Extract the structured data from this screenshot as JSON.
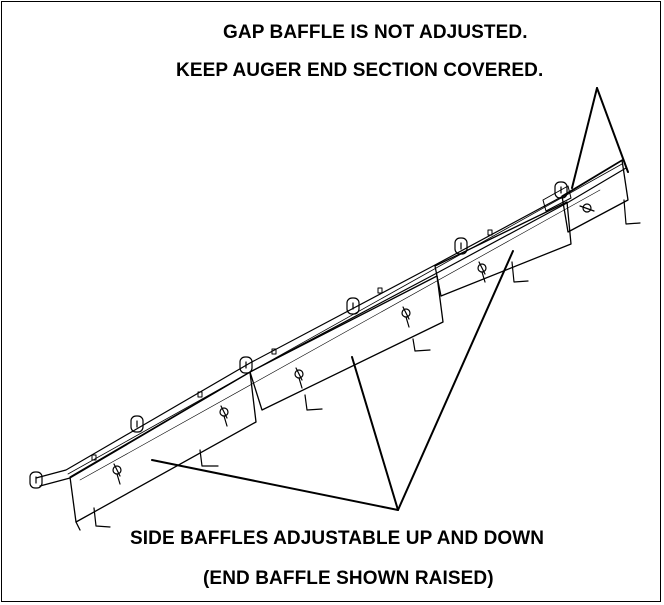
{
  "callouts": {
    "top_line_1": "GAP BAFFLE IS NOT ADJUSTED.",
    "top_line_2": "KEEP AUGER END SECTION COVERED.",
    "bottom_line_1": "SIDE BAFFLES ADJUSTABLE UP AND DOWN",
    "bottom_line_2": "(END BAFFLE SHOWN RAISED)"
  },
  "colors": {
    "ink": "#000000",
    "paper": "#ffffff"
  },
  "parts": [
    "auger-trough",
    "side-baffle",
    "end-baffle",
    "gap-baffle",
    "wing-nut",
    "mounting-tab"
  ]
}
